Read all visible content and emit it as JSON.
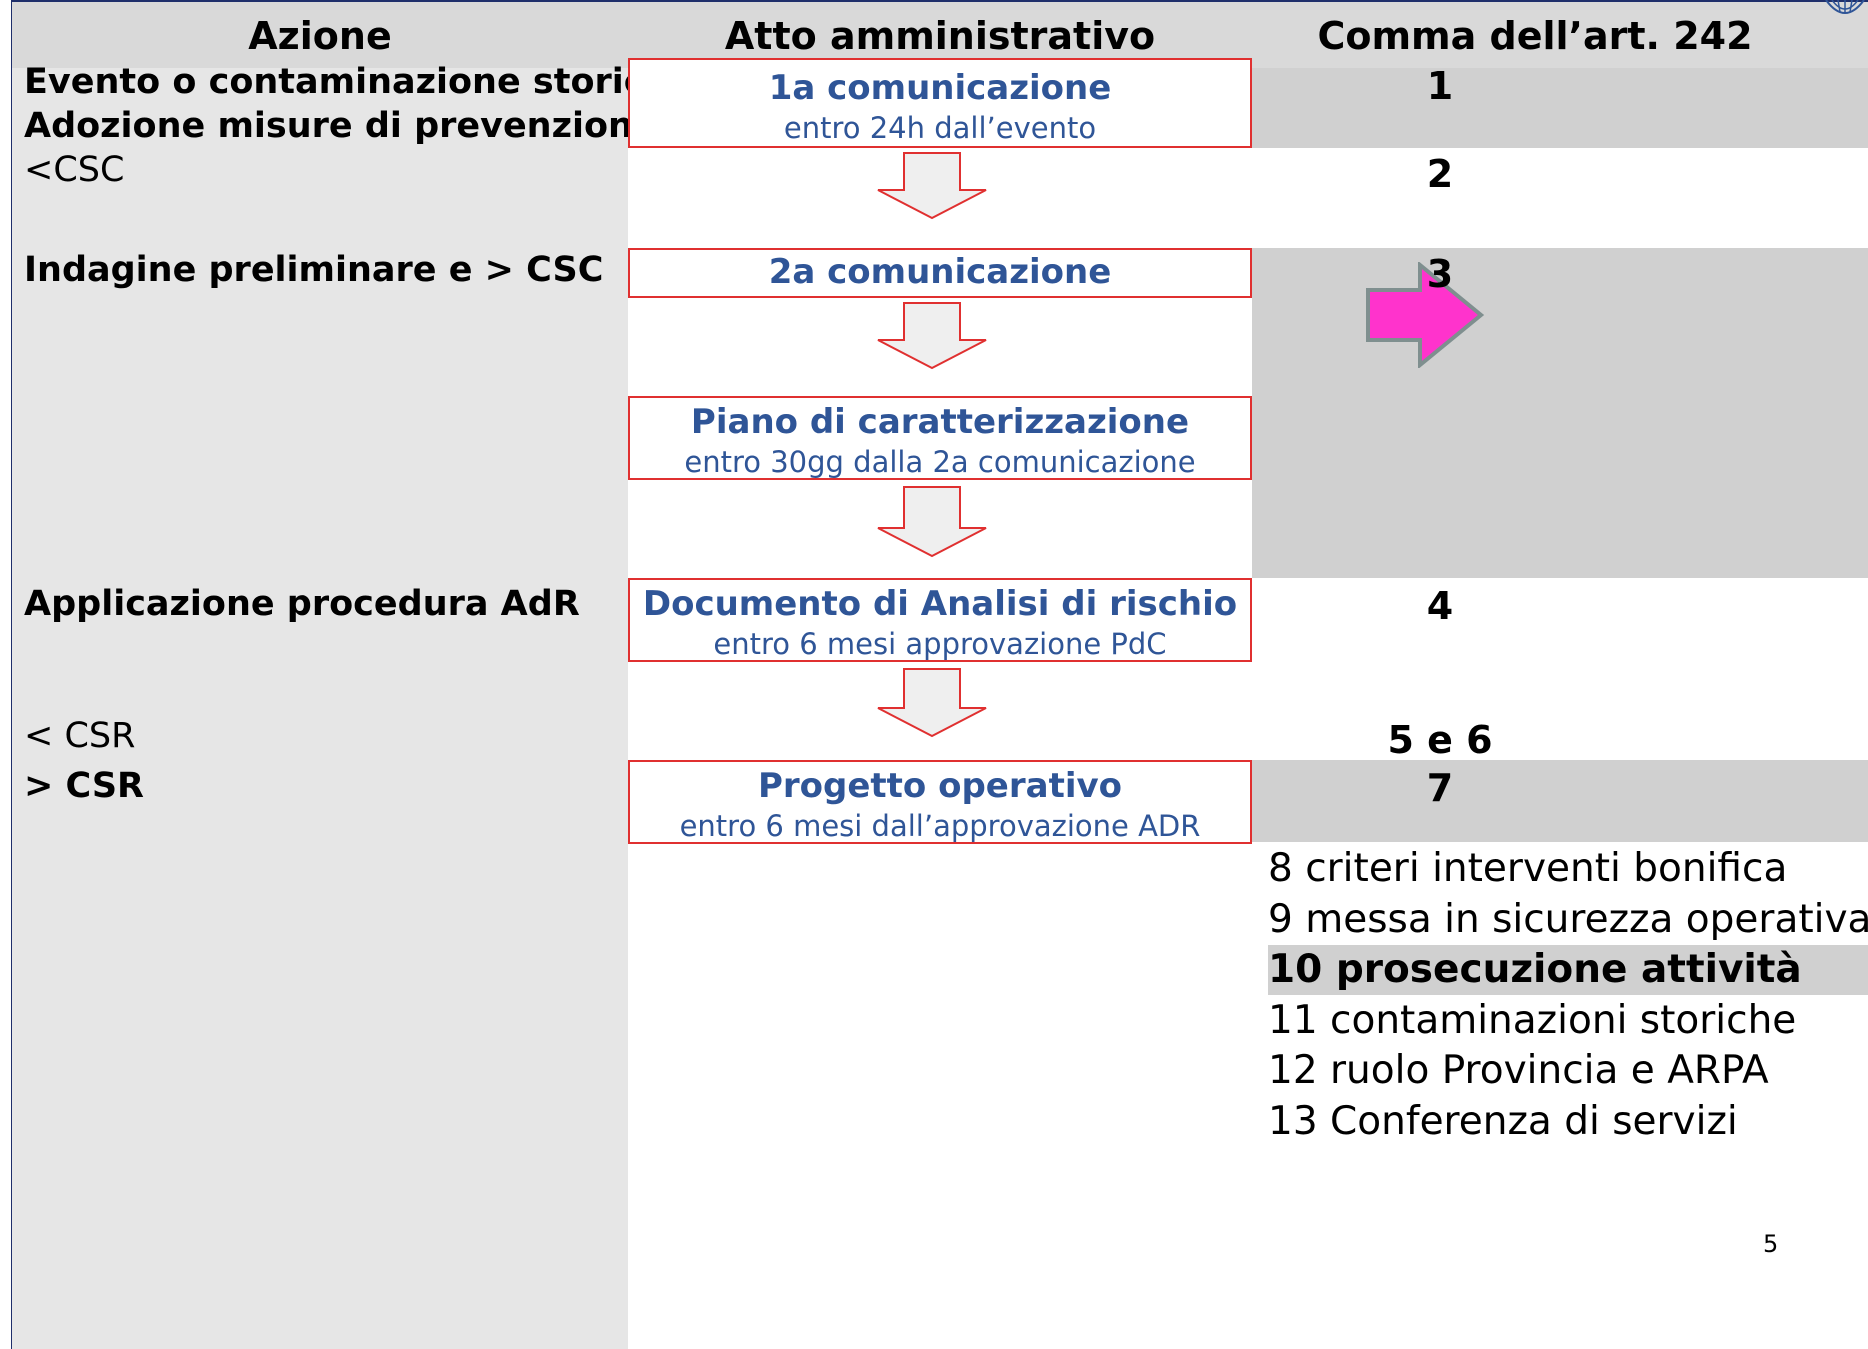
{
  "headers": {
    "azione": "Azione",
    "atto": "Atto amministrativo",
    "comma": "Comma dell’art. 242"
  },
  "azioni": [
    "Evento o contaminazione storica",
    "Adozione misure di prevenzione",
    "<CSC",
    "Indagine preliminare e > CSC",
    "Applicazione procedura AdR",
    "< CSR",
    "> CSR"
  ],
  "atti": [
    {
      "title": "1a comunicazione",
      "sub": "entro 24h dall’evento"
    },
    {
      "title": "2a comunicazione",
      "sub": ""
    },
    {
      "title": "Piano di caratterizzazione",
      "sub": "entro 30gg dalla 2a  comunicazione"
    },
    {
      "title": "Documento di Analisi di rischio",
      "sub": "entro 6 mesi approvazione PdC"
    },
    {
      "title": "Progetto operativo",
      "sub": "entro 6 mesi dall’approvazione ADR"
    }
  ],
  "commi": [
    "1",
    "2",
    "3",
    "4",
    "5 e 6",
    "7"
  ],
  "commi_list": [
    "8 criteri interventi bonifica",
    "9 messa in sicurezza operativa",
    "10 prosecuzione attività",
    "11 contaminazioni storiche",
    "12 ruolo Provincia e ARPA",
    "13 Conferenza di servizi"
  ],
  "page_number": "5",
  "colors": {
    "box_border": "#e03030",
    "atto_text": "#2f5597",
    "highlight_arrow": "#ff33cc",
    "gray_band": "#d0d0d0"
  }
}
